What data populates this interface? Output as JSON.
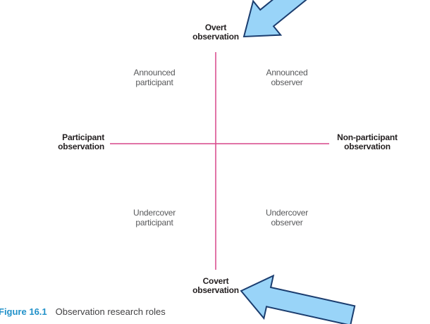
{
  "figure": {
    "axis_labels": {
      "top": "Overt\nobservation",
      "bottom": "Covert\nobservation",
      "left": "Participant\nobservation",
      "right": "Non-participant\nobservation"
    },
    "quadrant_labels": {
      "top_left": "Announced\nparticipant",
      "top_right": "Announced\nobserver",
      "bottom_left": "Undercover\nparticipant",
      "bottom_right": "Undercover\nobserver"
    }
  },
  "caption": {
    "label": "Figure 16.1",
    "text": "Observation research roles"
  },
  "colors": {
    "axis_line": "#D7478A",
    "arrow_fill": "#99D4F8",
    "arrow_outline": "#1B3D6F",
    "bold_text": "#231F20",
    "quadrant_text": "#57585A",
    "caption_label": "#2191C9",
    "caption_text": "#414042"
  }
}
